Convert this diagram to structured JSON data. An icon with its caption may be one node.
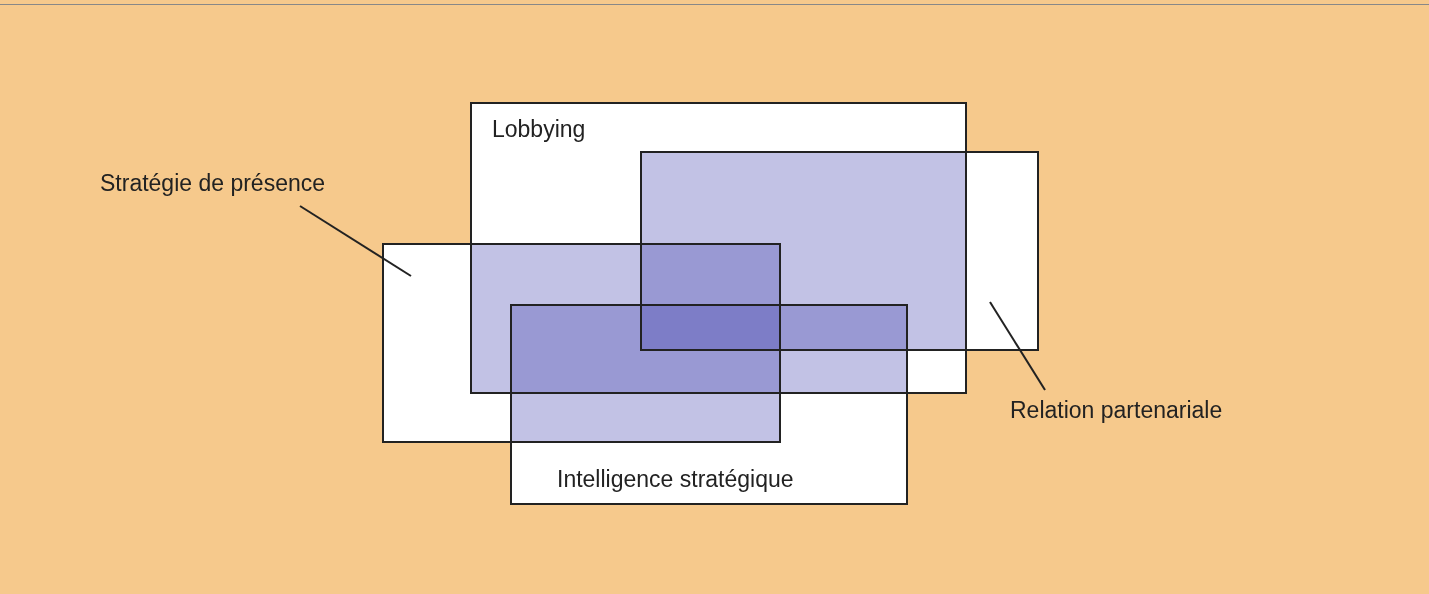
{
  "diagram": {
    "nodes": [
      {
        "text": [
          "Lobbying"
        ]
      },
      {
        "text": [
          "Stratégie de présence"
        ]
      },
      {
        "text": [],
        "shape": "box"
      },
      {
        "text": [
          "Relation partenariale"
        ]
      },
      {
        "text": [],
        "shape": "box"
      },
      {
        "text": [
          "Intelligence stratégique"
        ]
      }
    ],
    "edges": [
      {
        "from": 1,
        "to": 2,
        "arrow": "none"
      },
      {
        "from": 3,
        "to": 4,
        "arrow": "none"
      }
    ]
  }
}
